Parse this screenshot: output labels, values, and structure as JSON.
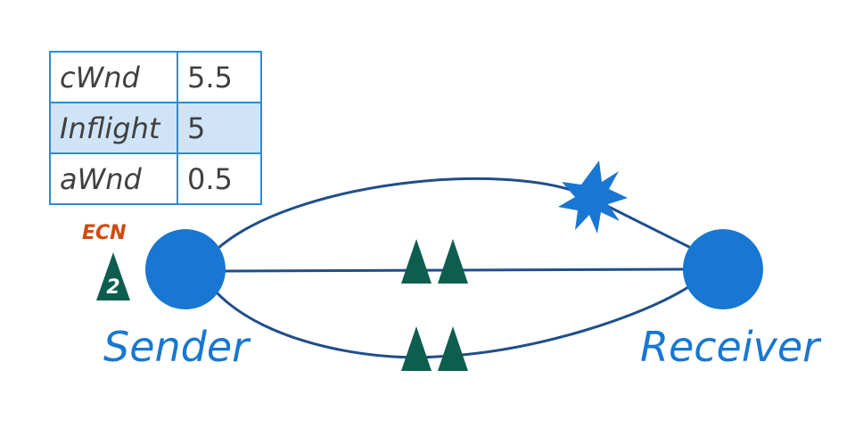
{
  "table": {
    "rows": [
      {
        "key": "cWnd",
        "value": "5.5",
        "highlight": false
      },
      {
        "key": "Inflight",
        "value": "5",
        "highlight": true
      },
      {
        "key": "aWnd",
        "value": "0.5",
        "highlight": false
      }
    ]
  },
  "nodes": {
    "sender": "Sender",
    "receiver": "Receiver"
  },
  "ecn": {
    "label": "ECN",
    "count": "2"
  },
  "colors": {
    "node": "#1877d2",
    "link": "#1f4e8a",
    "packet": "#0d5e4e",
    "loss": "#1877d2",
    "ecn": "#d04a10",
    "table_border": "#2e8bd6",
    "highlight": "#cfe4f7"
  }
}
